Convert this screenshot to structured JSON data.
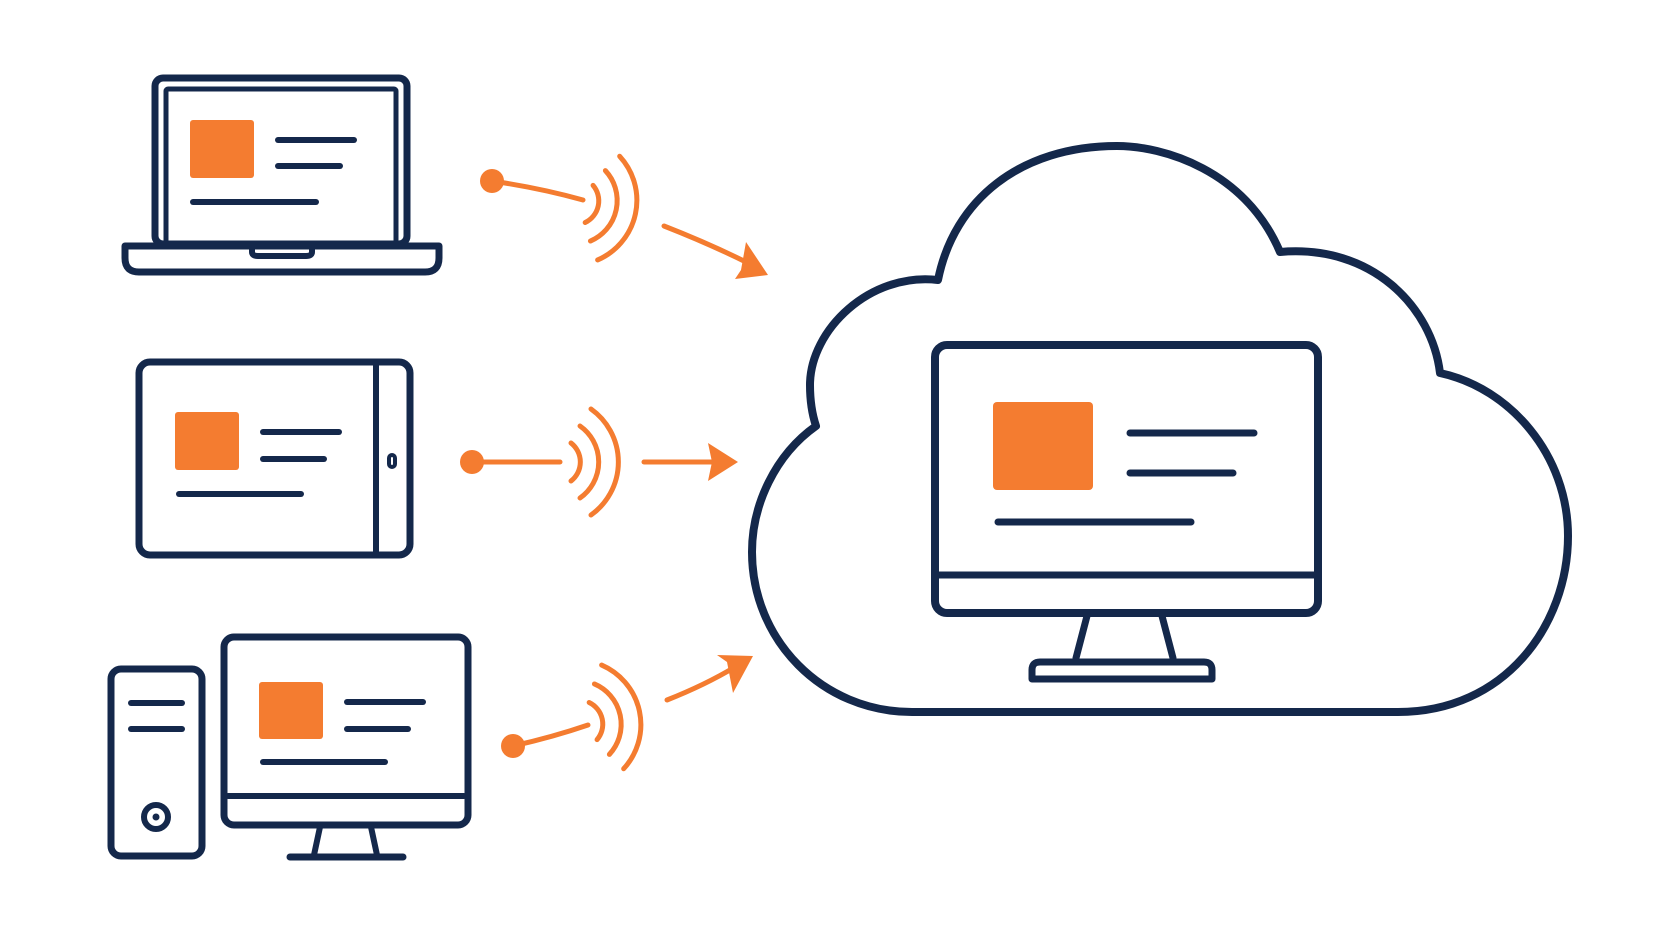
{
  "colors": {
    "background": "#ffffff",
    "outline": "#14284b",
    "accent": "#f47c30"
  },
  "icons": {
    "laptop": "laptop-icon",
    "tablet": "tablet-icon",
    "desktop": "desktop-tower-icon",
    "cloud": "cloud-icon",
    "cloud_monitor": "monitor-icon",
    "wireless": "wireless-signal-icon",
    "arrow": "arrow-right-icon"
  },
  "connections": [
    {
      "from": "laptop",
      "to": "cloud"
    },
    {
      "from": "tablet",
      "to": "cloud"
    },
    {
      "from": "desktop",
      "to": "cloud"
    }
  ]
}
